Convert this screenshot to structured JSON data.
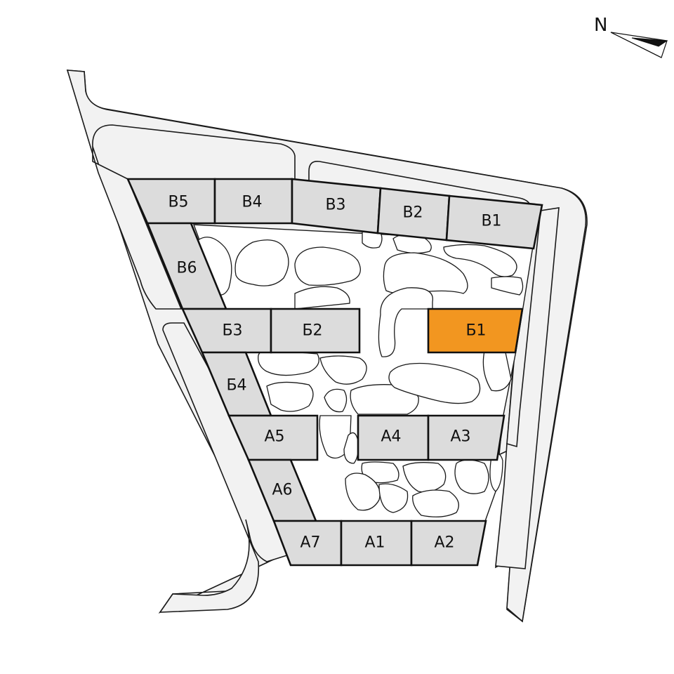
{
  "compass": {
    "label": "N"
  },
  "colors": {
    "building": "#dcdcdc",
    "selected": "#f29620",
    "road": "#f2f2f2",
    "outline": "#111111"
  },
  "selected_building": "Б1",
  "buildings": [
    {
      "id": "v5",
      "label": "В5"
    },
    {
      "id": "v4",
      "label": "В4"
    },
    {
      "id": "v3",
      "label": "В3"
    },
    {
      "id": "v2",
      "label": "В2"
    },
    {
      "id": "v1",
      "label": "В1"
    },
    {
      "id": "v6",
      "label": "В6"
    },
    {
      "id": "b3",
      "label": "Б3"
    },
    {
      "id": "b2",
      "label": "Б2"
    },
    {
      "id": "b1",
      "label": "Б1"
    },
    {
      "id": "b4",
      "label": "Б4"
    },
    {
      "id": "a5",
      "label": "А5"
    },
    {
      "id": "a4",
      "label": "А4"
    },
    {
      "id": "a3",
      "label": "А3"
    },
    {
      "id": "a6",
      "label": "А6"
    },
    {
      "id": "a7",
      "label": "А7"
    },
    {
      "id": "a1",
      "label": "А1"
    },
    {
      "id": "a2",
      "label": "А2"
    }
  ]
}
